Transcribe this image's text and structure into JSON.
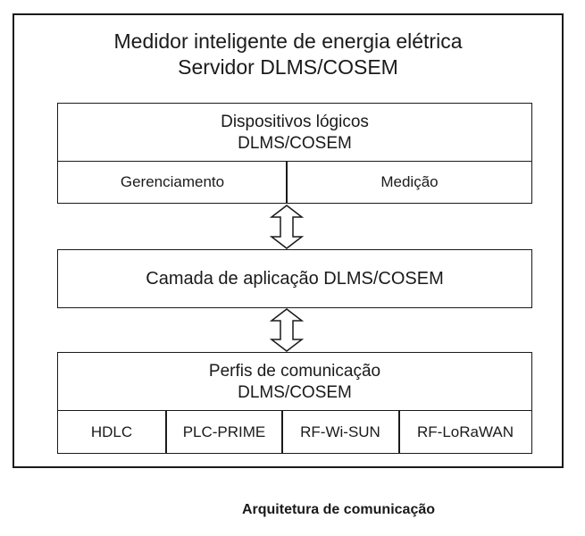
{
  "diagram": {
    "title_line1": "Medidor inteligente de energia elétrica",
    "title_line2": "Servidor DLMS/COSEM",
    "logical_devices": {
      "line1": "Dispositivos lógicos",
      "line2": "DLMS/COSEM",
      "left": "Gerenciamento",
      "right": "Medição"
    },
    "application_layer": "Camada de aplicação DLMS/COSEM",
    "profiles": {
      "line1": "Perfis de comunicação",
      "line2": "DLMS/COSEM",
      "protocols": [
        "HDLC",
        "PLC-PRIME",
        "RF-Wi-SUN",
        "RF-LoRaWAN"
      ]
    }
  },
  "caption": "Arquitetura de comunicação"
}
